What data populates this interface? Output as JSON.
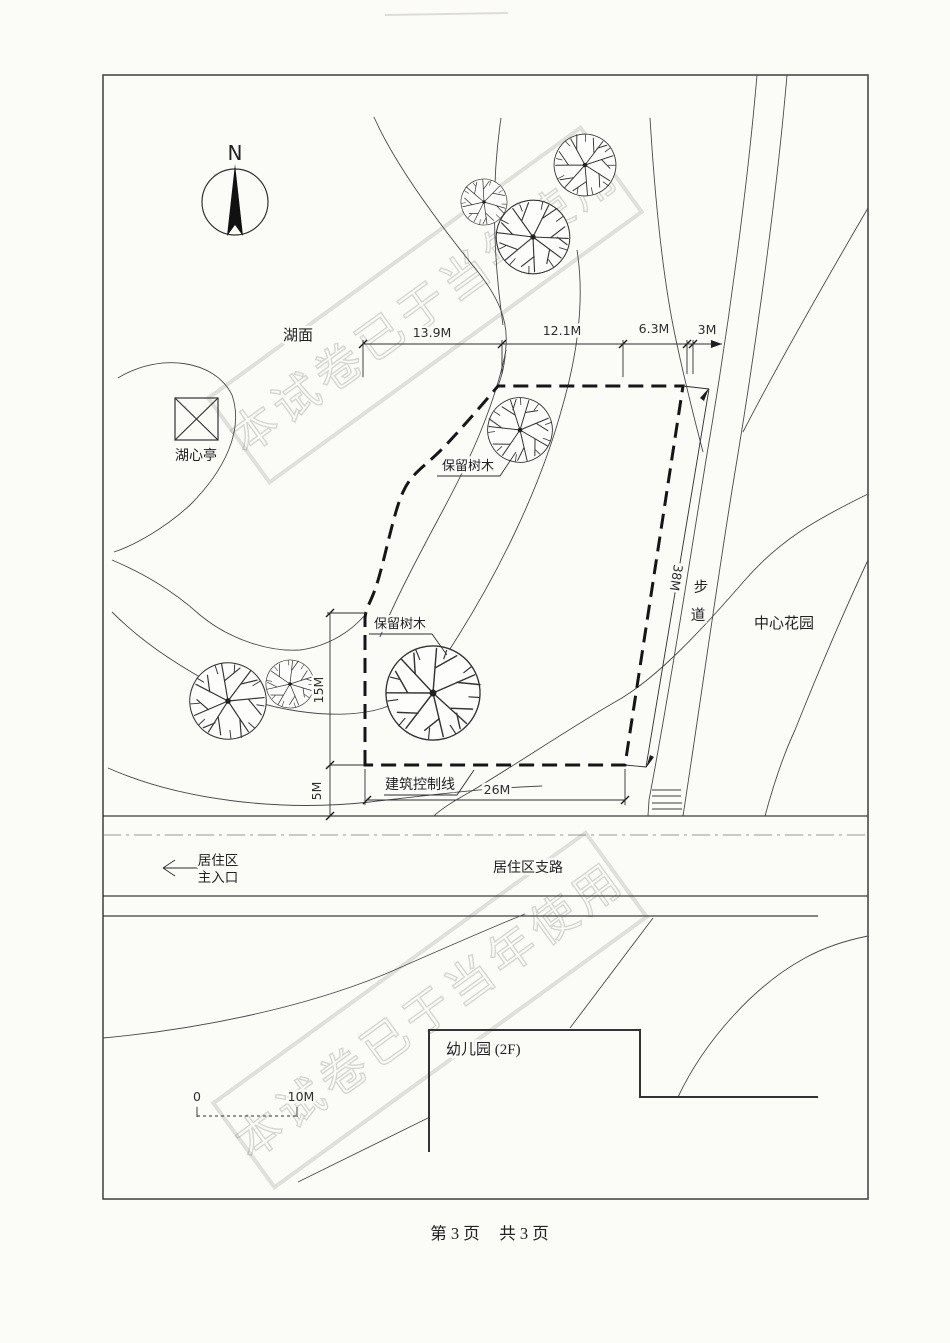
{
  "page": {
    "footer_left": "第 3 页",
    "footer_right": "共 3 页"
  },
  "compass": {
    "north": "N"
  },
  "plan": {
    "labels": {
      "lake": "湖面",
      "pavilion": "湖心亭",
      "preserved_tree": "保留树木",
      "building_control_line": "建筑控制线",
      "footpath_1": "步",
      "footpath_2": "道",
      "central_garden": "中心花园",
      "entrance_line1": "居住区",
      "entrance_line2": "主入口",
      "branch_road": "居住区支路",
      "kindergarten": "幼儿园 (2F)"
    },
    "dims": {
      "d139": "13.9M",
      "d121": "12.1M",
      "d63": "6.3M",
      "d3": "3M",
      "d38": "38M",
      "d15": "15M",
      "d5": "5M",
      "d26": "26M"
    },
    "scalebar": {
      "zero": "0",
      "ten": "10M"
    },
    "watermark": "本试卷已于当年使用"
  }
}
